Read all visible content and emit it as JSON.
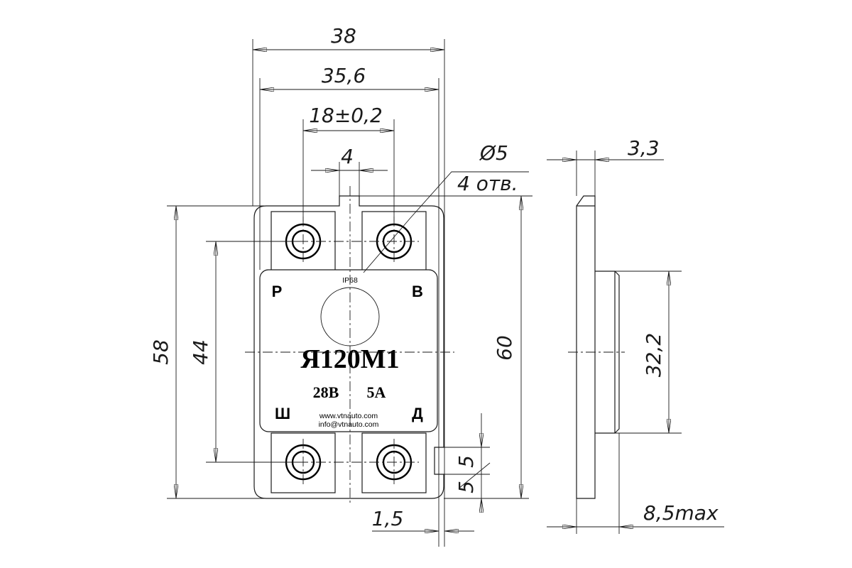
{
  "dimensions": {
    "width_38": "38",
    "width_35_6": "35,6",
    "hole_spacing": "18±0,2",
    "slot_width": "4",
    "hole_diameter": "Ø5",
    "hole_count": "4 отв.",
    "height_58": "58",
    "height_44": "44",
    "height_60": "60",
    "thickness": "3,3",
    "boss_height": "32,2",
    "total_depth": "8,5max",
    "notch_5_top": "5",
    "notch_5_bottom": "5",
    "offset_1_5": "1,5"
  },
  "label_plate": {
    "protection": "IP68",
    "terminal_top_left": "Р",
    "terminal_top_right": "В",
    "terminal_bottom_left": "Ш",
    "terminal_bottom_right": "Д",
    "model": "Я120М1",
    "voltage": "28В",
    "current": "5А",
    "website": "www.vtnauto.com",
    "email": "info@vtnauto.com"
  }
}
